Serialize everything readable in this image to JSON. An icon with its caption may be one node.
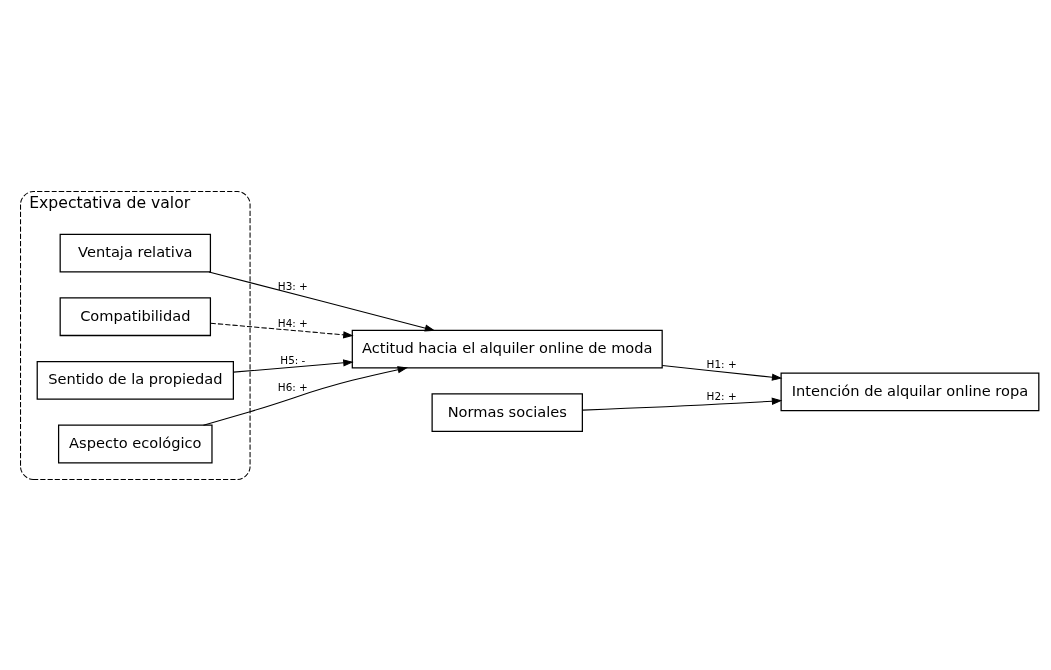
{
  "diagram": {
    "nodes": [
      {
        "text": [
          "Expectativa de valor"
        ]
      },
      {
        "text": [
          "Ventaja relativa"
        ],
        "in": 0
      },
      {
        "text": [
          "Compatibilidad"
        ],
        "in": 0
      },
      {
        "text": [
          "Sentido de la propiedad"
        ],
        "in": 0
      },
      {
        "text": [
          "Aspecto ecológico"
        ],
        "in": 0
      },
      {
        "text": [
          "Actitud hacia el alquiler online de moda"
        ]
      },
      {
        "text": [
          "Intención de alquilar online ropa"
        ]
      },
      {
        "text": [
          "Normas sociales"
        ]
      }
    ],
    "edges": [
      {
        "from": 1,
        "to": 5,
        "arrow": "to",
        "label": "H3: +"
      },
      {
        "from": 2,
        "to": 5,
        "arrow": "to",
        "label": "H4: +",
        "style": "dashed"
      },
      {
        "from": 3,
        "to": 5,
        "arrow": "to",
        "label": "H5: -"
      },
      {
        "from": 4,
        "to": 5,
        "arrow": "to",
        "label": "H6: +"
      },
      {
        "from": 5,
        "to": 6,
        "arrow": "to",
        "label": "H1: +"
      },
      {
        "from": 7,
        "to": 6,
        "arrow": "to",
        "label": "H2: +"
      }
    ]
  }
}
